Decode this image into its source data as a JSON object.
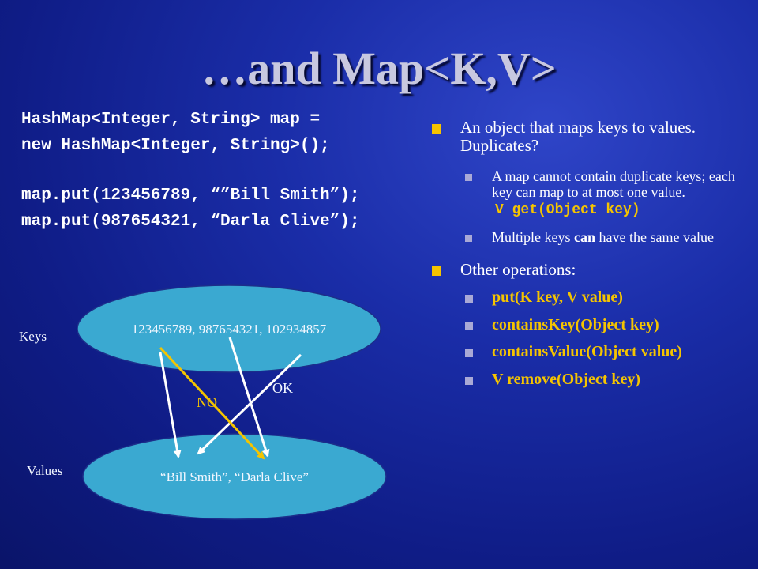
{
  "slide": {
    "title": "…and Map<K,V>"
  },
  "code": {
    "line1": "HashMap<Integer, String> map =",
    "line2": "new HashMap<Integer, String>();",
    "line3": "map.put(123456789, “”Bill Smith”);",
    "line4": "map.put(987654321, “Darla Clive”);"
  },
  "bullets": {
    "main1": "An object that maps keys to values. Duplicates?",
    "sub1": "A map cannot contain duplicate keys; each key can map to at most one value.",
    "sub1_code": "V get(Object key)",
    "sub2_pre": "Multiple keys ",
    "sub2_bold": "can",
    "sub2_post": " have the same value",
    "main2": "Other operations:",
    "ops": [
      "put(K key, V value)",
      "containsKey(Object key)",
      "containsValue(Object value)",
      "V remove(Object key)"
    ]
  },
  "diagram": {
    "keys_label": "Keys",
    "values_label": "Values",
    "keys_text": "123456789, 987654321, 102934857",
    "values_text": "“Bill Smith”, “Darla Clive”",
    "ok_label": "OK",
    "no_label": "NO"
  },
  "colors": {
    "accent": "#f5c400",
    "ellipse_fill": "#3aa9d1",
    "arrow_white": "#ffffff",
    "arrow_yellow": "#f5c400"
  }
}
